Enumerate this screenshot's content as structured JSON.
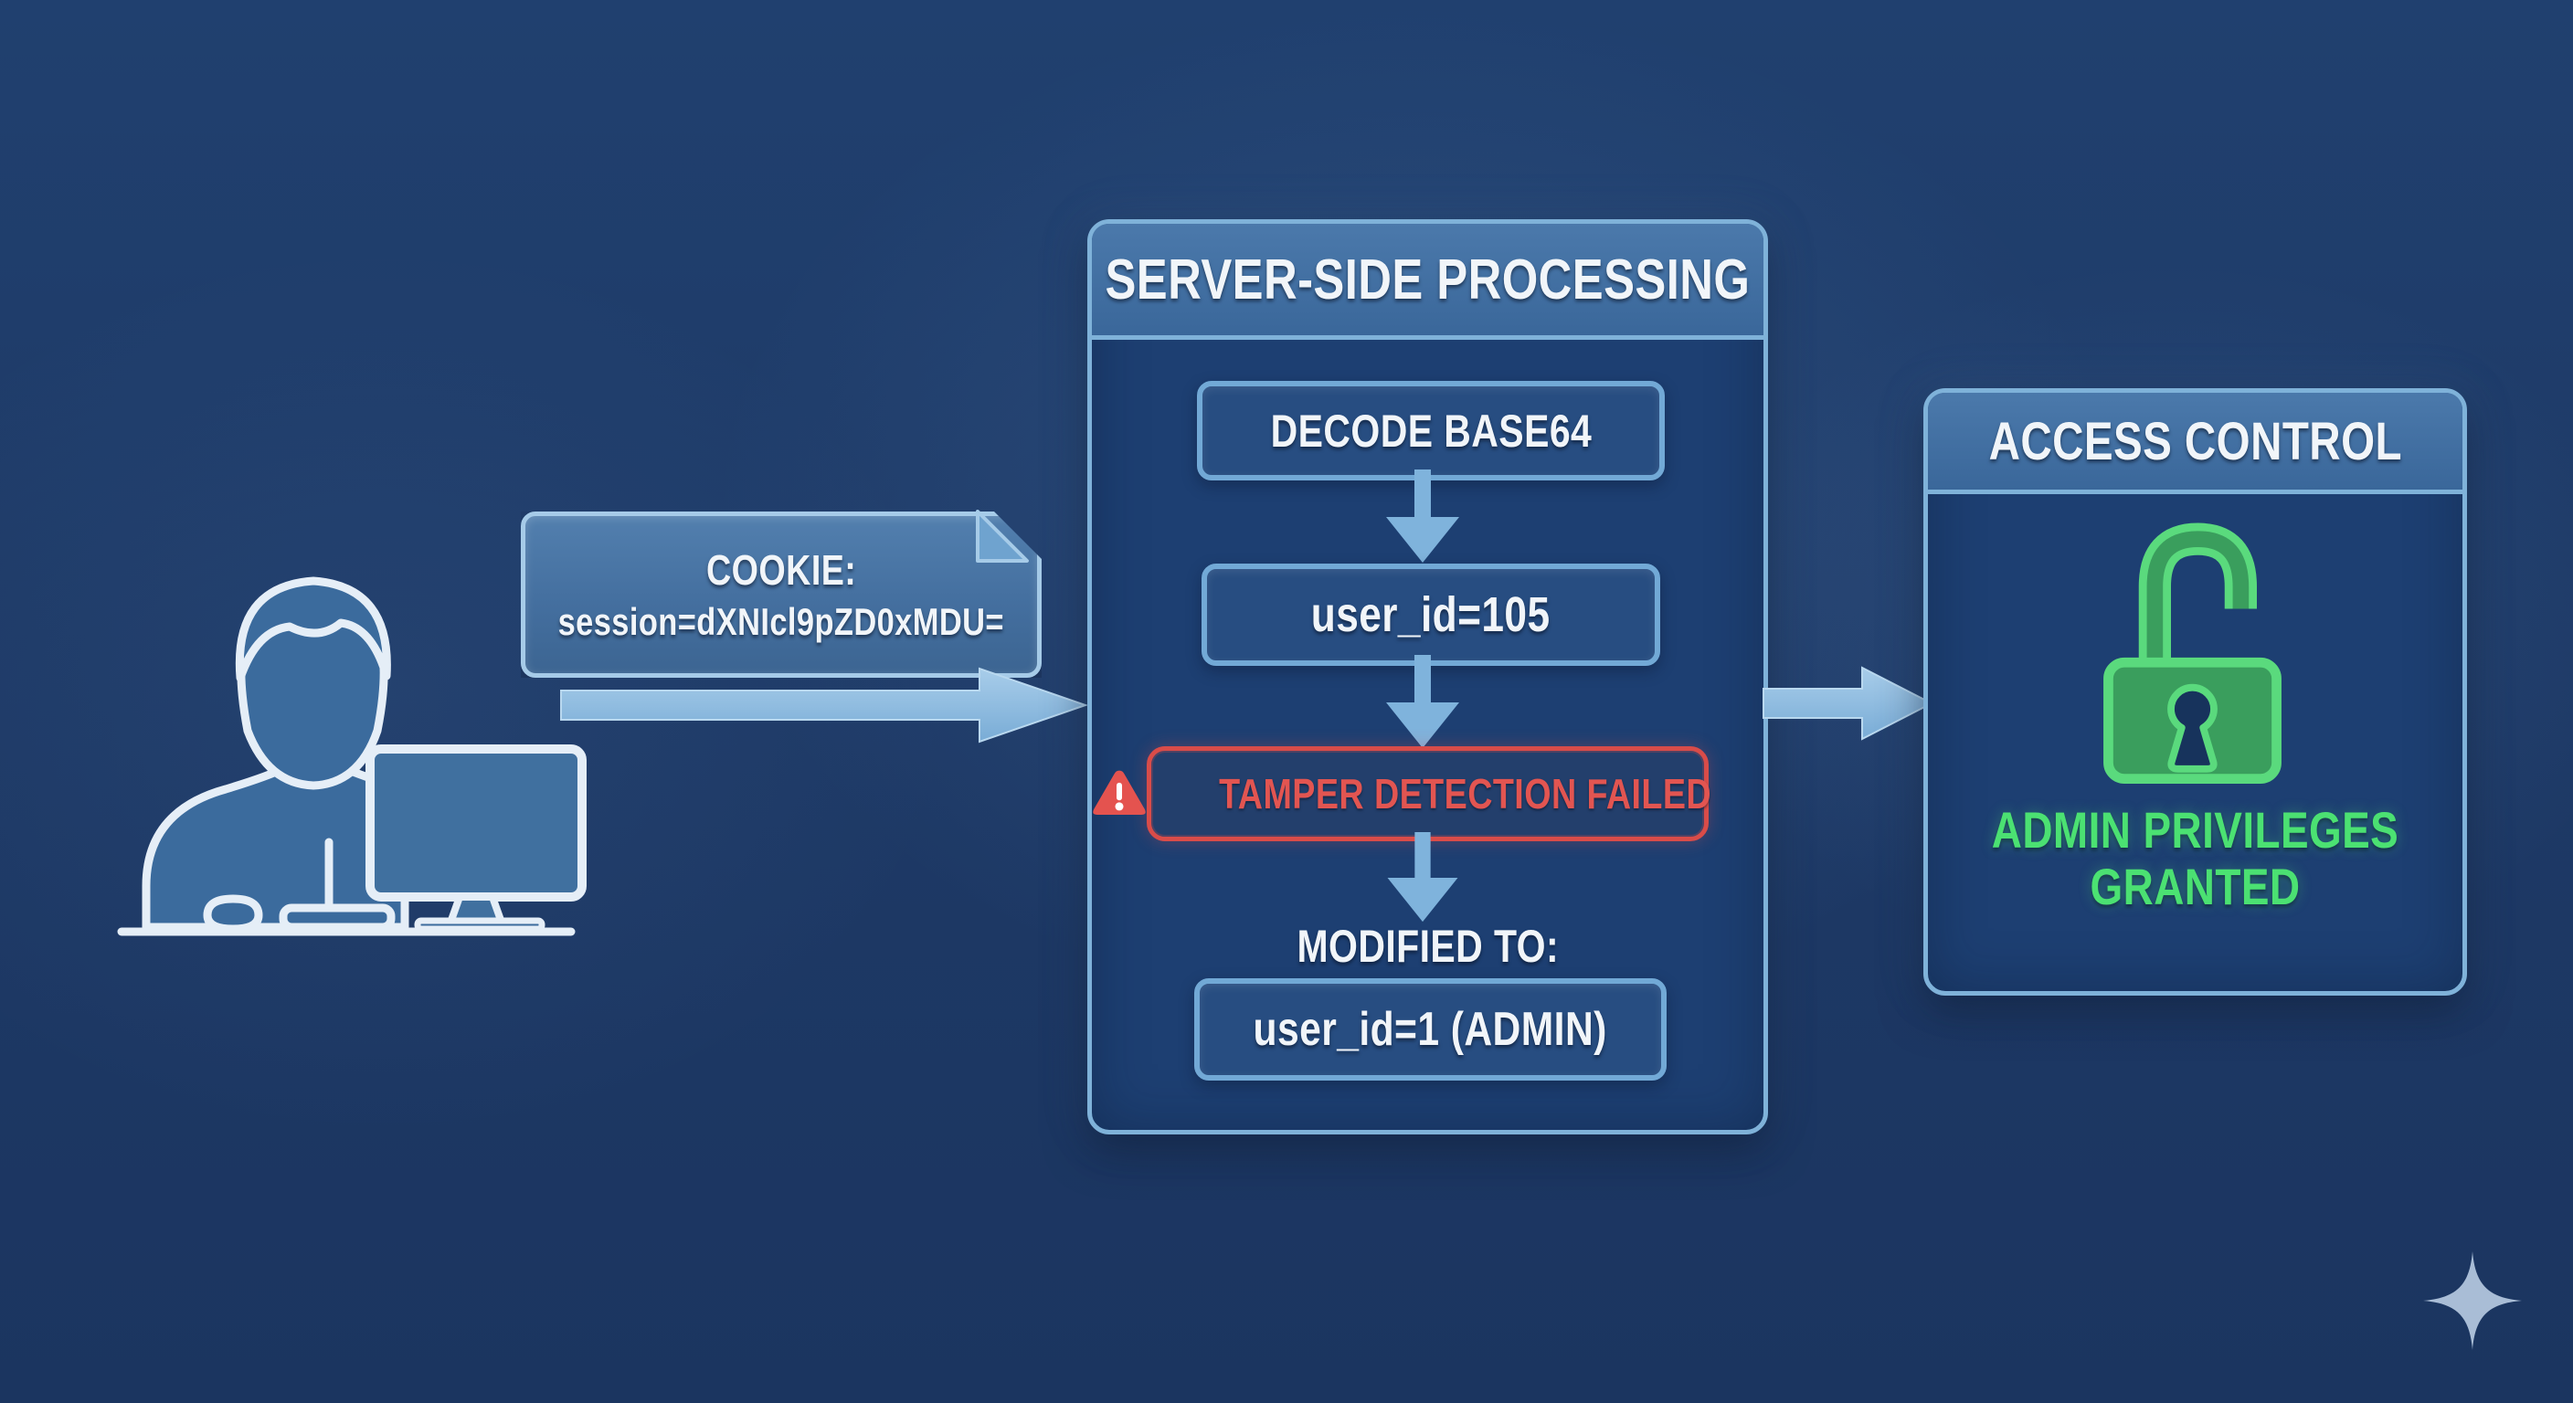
{
  "diagram": {
    "client": {
      "icon": "person-at-computer-icon"
    },
    "cookie": {
      "line1": "COOKIE:",
      "line2": "session=dXNIcl9pZD0xMDU="
    },
    "server": {
      "title": "SERVER-SIDE PROCESSING",
      "steps": {
        "decode": "DECODE BASE64",
        "user_id": "user_id=105",
        "modified_value": "user_id=1 (ADMIN)"
      },
      "warning": "TAMPER DETECTION FAILED",
      "modified_label": "MODIFIED TO:"
    },
    "access": {
      "title": "ACCESS CONTROL",
      "icon": "open-padlock-icon",
      "result_line1": "ADMIN PRIVILEGES",
      "result_line2": "GRANTED"
    },
    "flow": {
      "right_arrows": "arrow-right-icon",
      "down_arrows": "arrow-down-icon"
    },
    "decor": {
      "sparkle": "sparkle-icon"
    },
    "colors": {
      "background": "#1e3a67",
      "panel_border": "#7fb2d9",
      "box_border": "#72a9d6",
      "arrow_blue": "#8cbade",
      "warning_red": "#e2524e",
      "success_green": "#4be172",
      "text_white": "#f1f5f9"
    }
  }
}
